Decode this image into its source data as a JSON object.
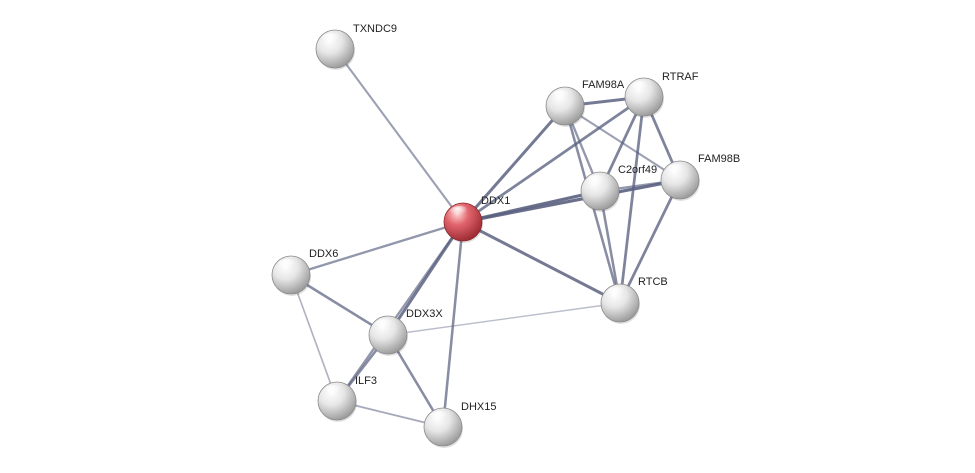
{
  "diagram": {
    "type": "protein-interaction-network",
    "colors": {
      "query_node": "#d9525c",
      "node": "#d8d8d8",
      "edge": "#5a6180",
      "label": "#222222"
    },
    "nodes": [
      {
        "id": "TXNDC9",
        "label": "TXNDC9",
        "query": false
      },
      {
        "id": "DDX1",
        "label": "DDX1",
        "query": true
      },
      {
        "id": "FAM98A",
        "label": "FAM98A",
        "query": false
      },
      {
        "id": "RTRAF",
        "label": "RTRAF",
        "query": false
      },
      {
        "id": "C2orf49",
        "label": "C2orf49",
        "query": false
      },
      {
        "id": "FAM98B",
        "label": "FAM98B",
        "query": false
      },
      {
        "id": "RTCB",
        "label": "RTCB",
        "query": false
      },
      {
        "id": "DDX6",
        "label": "DDX6",
        "query": false
      },
      {
        "id": "DDX3X",
        "label": "DDX3X",
        "query": false
      },
      {
        "id": "ILF3",
        "label": "ILF3",
        "query": false
      },
      {
        "id": "DHX15",
        "label": "DHX15",
        "query": false
      }
    ],
    "edges": [
      {
        "source": "TXNDC9",
        "target": "DDX1",
        "strength": 0.5
      },
      {
        "source": "DDX1",
        "target": "FAM98A",
        "strength": 0.9
      },
      {
        "source": "DDX1",
        "target": "RTRAF",
        "strength": 0.8
      },
      {
        "source": "DDX1",
        "target": "C2orf49",
        "strength": 1.0
      },
      {
        "source": "DDX1",
        "target": "FAM98B",
        "strength": 1.0
      },
      {
        "source": "DDX1",
        "target": "RTCB",
        "strength": 0.9
      },
      {
        "source": "DDX1",
        "target": "DDX6",
        "strength": 0.6
      },
      {
        "source": "DDX1",
        "target": "DDX3X",
        "strength": 0.9
      },
      {
        "source": "DDX1",
        "target": "DHX15",
        "strength": 0.7
      },
      {
        "source": "DDX1",
        "target": "ILF3",
        "strength": 0.6
      },
      {
        "source": "FAM98A",
        "target": "RTRAF",
        "strength": 0.9
      },
      {
        "source": "FAM98A",
        "target": "C2orf49",
        "strength": 0.6
      },
      {
        "source": "FAM98A",
        "target": "FAM98B",
        "strength": 0.5
      },
      {
        "source": "FAM98A",
        "target": "RTCB",
        "strength": 0.7
      },
      {
        "source": "RTRAF",
        "target": "C2orf49",
        "strength": 0.8
      },
      {
        "source": "RTRAF",
        "target": "FAM98B",
        "strength": 0.8
      },
      {
        "source": "RTRAF",
        "target": "RTCB",
        "strength": 0.8
      },
      {
        "source": "C2orf49",
        "target": "FAM98B",
        "strength": 0.6
      },
      {
        "source": "C2orf49",
        "target": "RTCB",
        "strength": 0.7
      },
      {
        "source": "FAM98B",
        "target": "RTCB",
        "strength": 0.8
      },
      {
        "source": "RTCB",
        "target": "DDX3X",
        "strength": 0.2
      },
      {
        "source": "DDX6",
        "target": "DDX3X",
        "strength": 0.7
      },
      {
        "source": "DDX6",
        "target": "ILF3",
        "strength": 0.3
      },
      {
        "source": "DDX3X",
        "target": "ILF3",
        "strength": 0.7
      },
      {
        "source": "DDX3X",
        "target": "DHX15",
        "strength": 0.7
      },
      {
        "source": "ILF3",
        "target": "DHX15",
        "strength": 0.4
      }
    ]
  }
}
